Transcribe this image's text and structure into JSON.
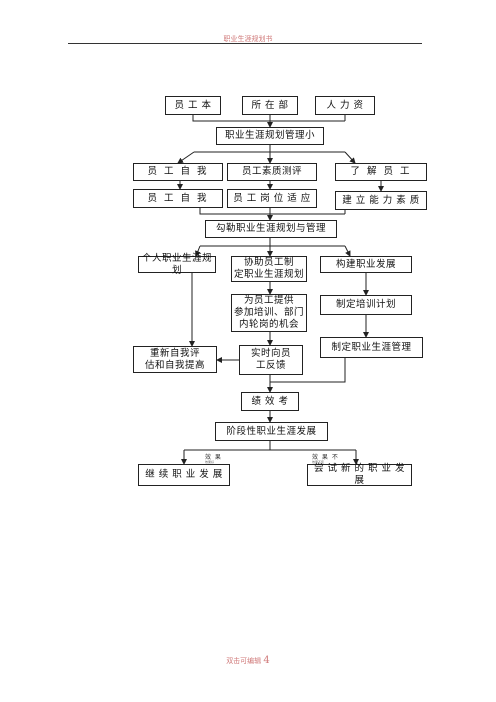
{
  "header": {
    "title": "职业生涯规划书"
  },
  "footer": {
    "prefix": "双击可编辑",
    "page": "4"
  },
  "boxes": {
    "staff_basic": "员 工 本",
    "department": "所 在 部",
    "hr": "人 力 资",
    "group": "职业生涯规划管理小",
    "self_a": "员 工 自 我",
    "quality_eval": "员工素质测评",
    "know_staff": "了 解 员 工",
    "self_b": "员 工 自 我",
    "post_fit": "员 工 岗 位 适 应",
    "ability_model": "建 立 能 力 素 质",
    "outline": "勾勒职业生涯规划与管理",
    "personal_plan": "个人职业生涯规划",
    "assist_plan": "协助员工制\n定职业生涯规划",
    "build_channel": "构建职业发展",
    "provide": "为员工提供\n参加培训、部门\n内轮岗的机会",
    "training_plan": "制定培训计划",
    "mgmt": "制定职业生涯管理",
    "reassess": "重新自我评\n估和自我提高",
    "feedback": "实时向员\n工反馈",
    "perf": "绩 效 考",
    "stage": "阶段性职业生涯发展",
    "continue": "继 续 职 业 发 展",
    "try_new": "尝 试 新 的 职 业 发 展"
  },
  "edges": {
    "good": "效 果",
    "good_sub": "效果好",
    "bad": "效 果 不",
    "bad_sub": "效果不佳"
  },
  "colors": {
    "line": "#222222",
    "header_text": "#d07a7a"
  }
}
